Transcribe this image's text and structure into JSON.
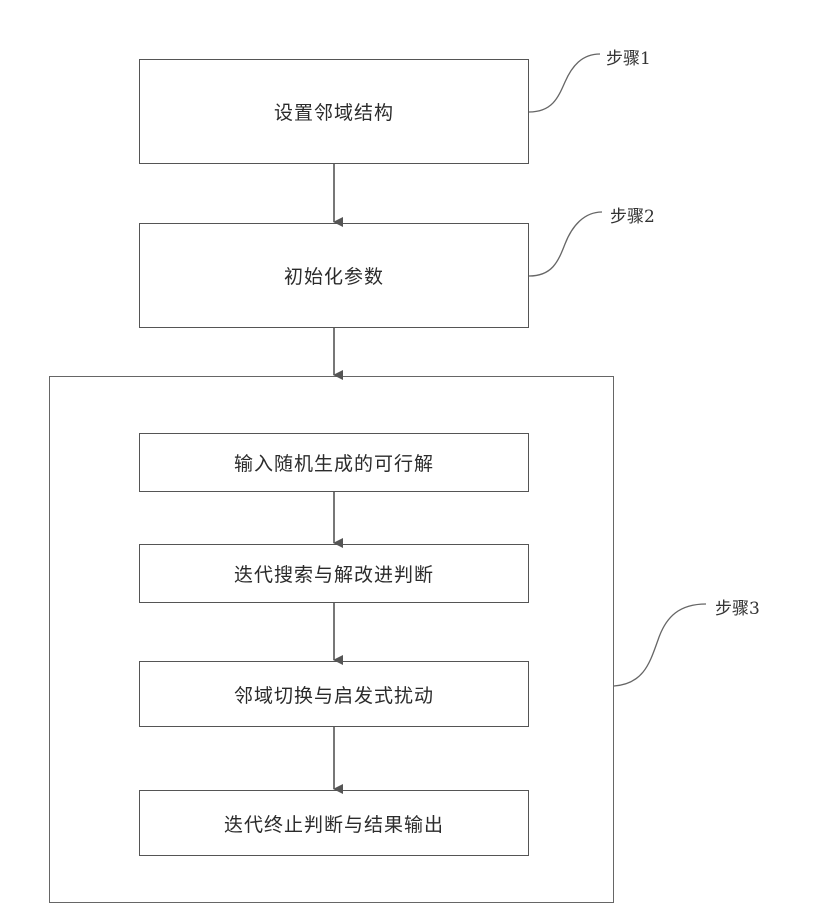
{
  "steps": {
    "step1": {
      "label": "步骤1",
      "box_text": "设置邻域结构"
    },
    "step2": {
      "label": "步骤2",
      "box_text": "初始化参数"
    },
    "step3": {
      "label": "步骤3",
      "sub_boxes": [
        "输入随机生成的可行解",
        "迭代搜索与解改进判断",
        "邻域切换与启发式扰动",
        "迭代终止判断与结果输出"
      ]
    }
  },
  "colors": {
    "line": "#555555",
    "text": "#2b2b2b"
  }
}
